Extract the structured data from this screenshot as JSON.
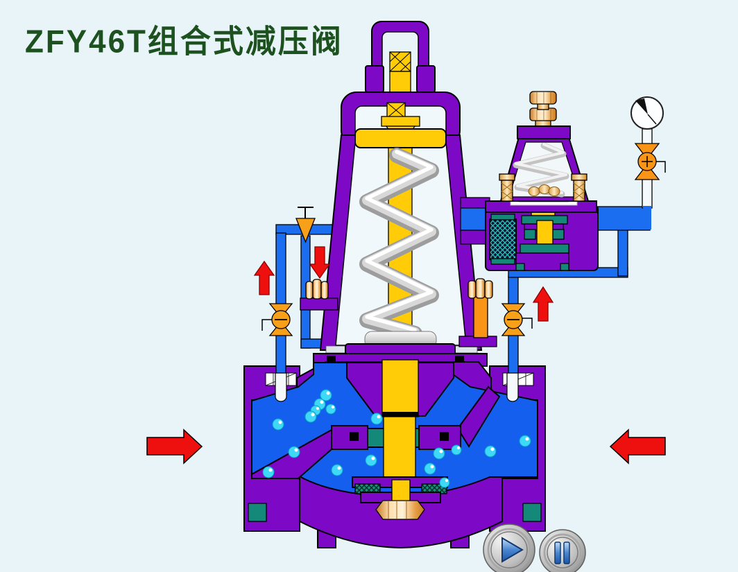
{
  "title": "ZFY46T组合式减压阀",
  "colors": {
    "background": "#e9f4f8",
    "valve_body_purple": "#7d08c6",
    "water_blue": "#155fee",
    "pipe_blue": "#1b6ef0",
    "stem_yellow": "#ffcc07",
    "fitting_orange": "#f99416",
    "copper": "#e8a24a",
    "seal_teal": "#14897a",
    "bubble_cyan": "#3dd9f6",
    "spring_silver": "#d8d8d8",
    "arrow_red": "#ee0f0f",
    "title_green": "#1d5220",
    "gauge_face_white": "#fdfeff",
    "mesh_navy": "#0c1634"
  },
  "icons": {
    "play": "play-icon",
    "pause": "pause-icon",
    "pressure_gauge": "pressure-gauge-icon",
    "shutoff_valve": "bowtie-valve-icon",
    "strainer": "funnel-icon",
    "flow_arrow": "arrow-icon"
  },
  "diagram": {
    "components": [
      "main-pressure-reducing-valve",
      "pilot-valve",
      "pressure-gauge",
      "gauge-isolation-valve",
      "upstream-sensing-valve",
      "downstream-sensing-valve",
      "strainer-funnel",
      "inlet-flow-arrow",
      "outlet-flow-arrow",
      "sensing-line-arrows"
    ]
  }
}
